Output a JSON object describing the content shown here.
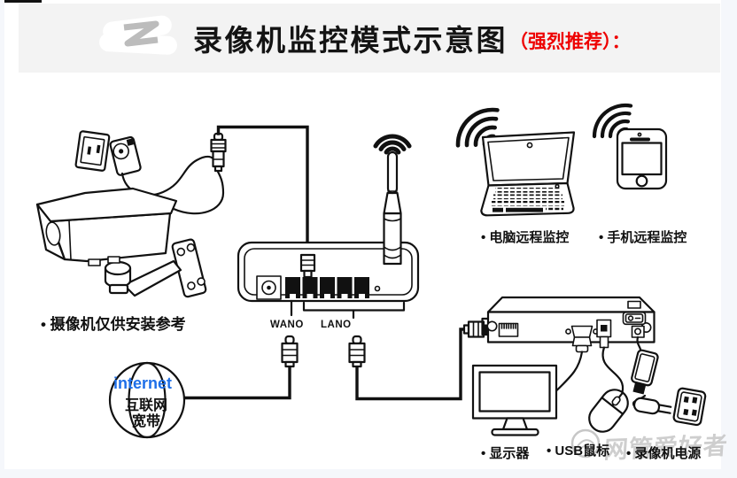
{
  "header": {
    "title": "录像机监控模式示意图",
    "subtitle_red": "（强烈推荐）："
  },
  "diagram": {
    "camera": {
      "note": "• 摄像机仅供安装参考"
    },
    "router": {
      "wan_label": "WANO",
      "lan_label": "LANO"
    },
    "internet": {
      "en": "internet",
      "cn": "互联网",
      "type": "宽带"
    },
    "pc": {
      "label": "• 电脑远程监控"
    },
    "phone": {
      "label": "• 手机远程监控"
    },
    "monitor": {
      "label": "• 显示器"
    },
    "mouse": {
      "label": "• USB鼠标"
    },
    "nvr_power": {
      "label": "• 录像机电源"
    }
  },
  "watermark": {
    "text": "网管爱好者"
  },
  "colors": {
    "accent_red": "#ee0000",
    "internet_blue": "#1e6fe8",
    "line": "#111111",
    "header_bg": "#f3f3f3",
    "watermark_gray": "#c2c2c2"
  },
  "icons": [
    "logo-scribble",
    "wifi-icon",
    "antenna-icon",
    "bullet-camera-icon",
    "wall-outlet-icon",
    "power-adapter-icon",
    "cable-jack-icon",
    "router-icon",
    "laptop-icon",
    "smartphone-icon",
    "nvr-icon",
    "monitor-icon",
    "mouse-icon",
    "power-plug-icon",
    "internet-globe-icon"
  ]
}
